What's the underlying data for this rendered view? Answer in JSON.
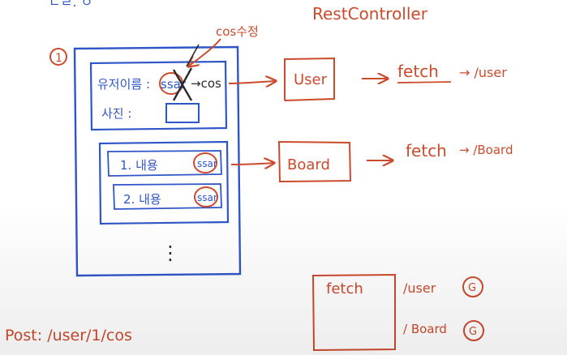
{
  "colors": {
    "blue_ink": "#2f55c8",
    "red_ink": "#cc4a2c",
    "black_ink": "#2a2a2a"
  },
  "header": {
    "top_scrawl": "ㄷㄹ. ㅇ",
    "title": "RestController"
  },
  "page_mock": {
    "number": "①",
    "user_section": {
      "name_label": "유저이름 :",
      "name_old_value": "ssar",
      "name_new_value": "→cos",
      "photo_label": "사진 :"
    },
    "board_items": [
      {
        "label": "1. 내용",
        "author": "ssar"
      },
      {
        "label": "2. 내용",
        "author": "ssar"
      }
    ],
    "more_indicator": "⋮"
  },
  "annotations": {
    "change_note": "cos수정"
  },
  "flows": [
    {
      "box_label": "User",
      "action": "fetch",
      "endpoint": "→ /user"
    },
    {
      "box_label": "Board",
      "action": "fetch",
      "endpoint": "→ /Board"
    }
  ],
  "fetch_box": {
    "label": "fetch",
    "routes": [
      {
        "path": "/user",
        "method": "G"
      },
      {
        "path": "/ Board",
        "method": "G"
      }
    ]
  },
  "bottom_note": "Post: /user/1/cos"
}
